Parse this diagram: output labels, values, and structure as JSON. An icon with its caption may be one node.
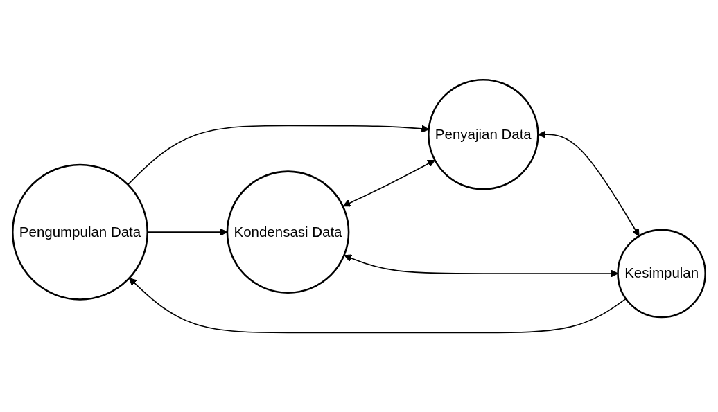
{
  "diagram": {
    "nodes": [
      {
        "text": [
          "Pengumpulan Data"
        ]
      },
      {
        "text": [
          "Penyajian Data"
        ]
      },
      {
        "text": [
          "Kondensasi Data"
        ]
      },
      {
        "text": [
          "Kesimpulan"
        ]
      }
    ],
    "edges": [
      {
        "from": 0,
        "to": 1,
        "arrow": "to"
      },
      {
        "from": 0,
        "to": 2,
        "arrow": "to"
      },
      {
        "from": 2,
        "to": 1,
        "arrow": "both"
      },
      {
        "from": 1,
        "to": 3,
        "arrow": "both"
      },
      {
        "from": 2,
        "to": 3,
        "arrow": "both"
      },
      {
        "from": 3,
        "to": 0,
        "arrow": "to"
      }
    ]
  }
}
